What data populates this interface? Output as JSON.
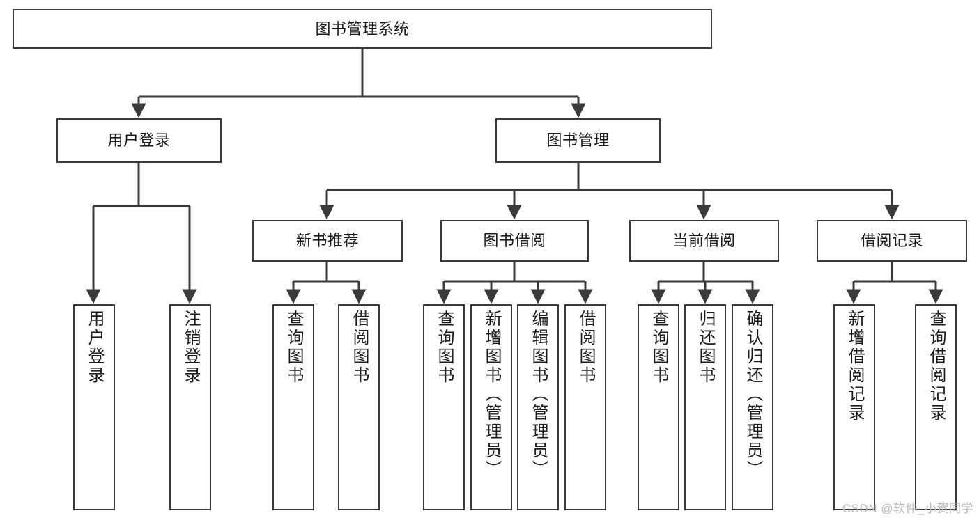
{
  "diagram": {
    "title": "图书管理系统",
    "type": "tree-hierarchy",
    "watermark": "CSDN @软件_小贺同学",
    "edge_color": "#3a3a3a",
    "node_border_color": "#3a3a3a",
    "node_fill_color": "#ffffff",
    "text_color": "#1c1c1c"
  },
  "nodes": {
    "root": {
      "label": "图书管理系统"
    },
    "level2": [
      {
        "label": "用户登录"
      },
      {
        "label": "图书管理"
      }
    ],
    "level3": [
      {
        "label": "新书推荐"
      },
      {
        "label": "图书借阅"
      },
      {
        "label": "当前借阅"
      },
      {
        "label": "借阅记录"
      }
    ],
    "leaves": {
      "user_login": [
        {
          "label": "用户登录"
        },
        {
          "label": "注销登录"
        }
      ],
      "new_book": [
        {
          "label": "查询图书"
        },
        {
          "label": "借阅图书"
        }
      ],
      "book_borrow": [
        {
          "label": "查询图书"
        },
        {
          "label": "新增图书（管理员）"
        },
        {
          "label": "编辑图书（管理员）"
        },
        {
          "label": "借阅图书"
        }
      ],
      "current_borrow": [
        {
          "label": "查询图书"
        },
        {
          "label": "归还图书"
        },
        {
          "label": "确认归还（管理员）"
        }
      ],
      "borrow_record": [
        {
          "label": "新增借阅记录"
        },
        {
          "label": "查询借阅记录"
        }
      ]
    }
  }
}
